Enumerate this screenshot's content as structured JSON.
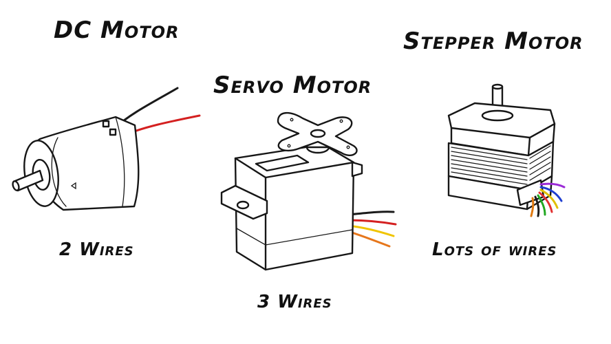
{
  "motors": [
    {
      "title": "DC Motor",
      "wires_label": "2 Wires",
      "wire_colors": [
        "#1a1a1a",
        "#d42020"
      ]
    },
    {
      "title": "Servo Motor",
      "wires_label": "3 Wires",
      "wire_colors": [
        "#1a1a1a",
        "#d42020",
        "#f0c400",
        "#e6761b"
      ]
    },
    {
      "title": "Stepper Motor",
      "wires_label": "Lots of wires",
      "wire_colors": [
        "#9b2bd6",
        "#1f3fd0",
        "#e0c000",
        "#e23030",
        "#21a821",
        "#1a1a1a",
        "#e07a10",
        "#888888"
      ]
    }
  ]
}
